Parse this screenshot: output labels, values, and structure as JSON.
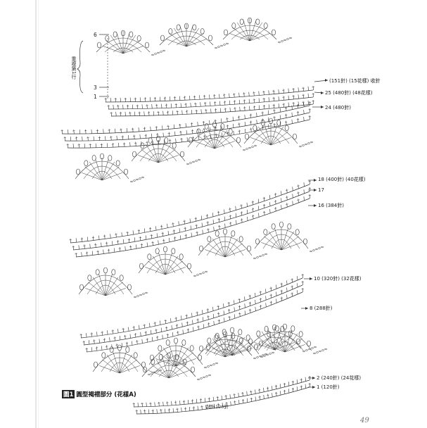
{
  "diagram": {
    "row_markers": {
      "r6": "6",
      "r3": "3",
      "r1": "1"
    },
    "repeat_note": "重複第1行",
    "row_labels": [
      {
        "row": "(151針) (15花樣) 收針"
      },
      {
        "row": "25 (480針) (48花樣)"
      },
      {
        "row": "24 (480針)"
      },
      {
        "row": "18 (400針) (40花樣)"
      },
      {
        "row": "17"
      },
      {
        "row": "16 (384針)"
      },
      {
        "row": "10 (320針) (32花樣)"
      },
      {
        "row": "8 (288針)"
      },
      {
        "row": "2 (240針) (24花樣)"
      },
      {
        "row": "1 (120針)"
      }
    ],
    "start_note": "起針120針",
    "caption_tag": "圖1",
    "caption_text": "圓型褐褶部分 (花樣A)",
    "page_number": "49"
  }
}
